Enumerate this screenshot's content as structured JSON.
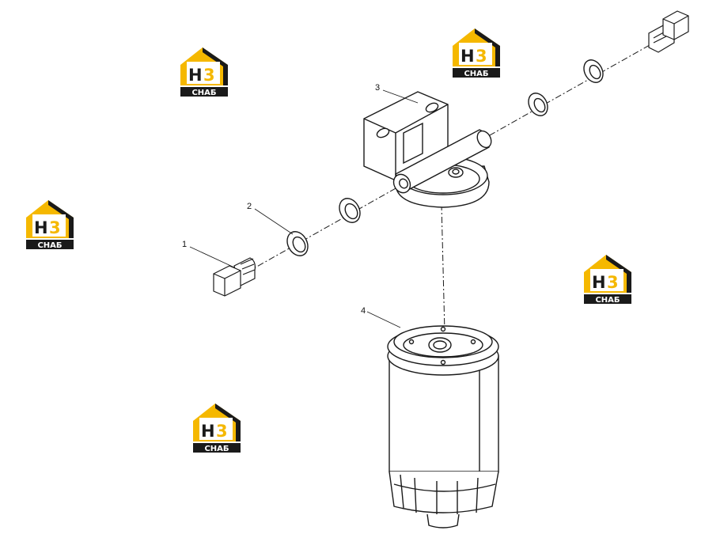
{
  "callouts": {
    "c1": "1",
    "c2": "2",
    "c3": "3",
    "c4": "4"
  },
  "watermark": {
    "letters": "H3",
    "caption": "СНАБ",
    "color_primary": "#f5b800",
    "color_dark": "#1a1a1a"
  },
  "colors": {
    "line": "#1a1a1a",
    "fill": "#ffffff"
  }
}
